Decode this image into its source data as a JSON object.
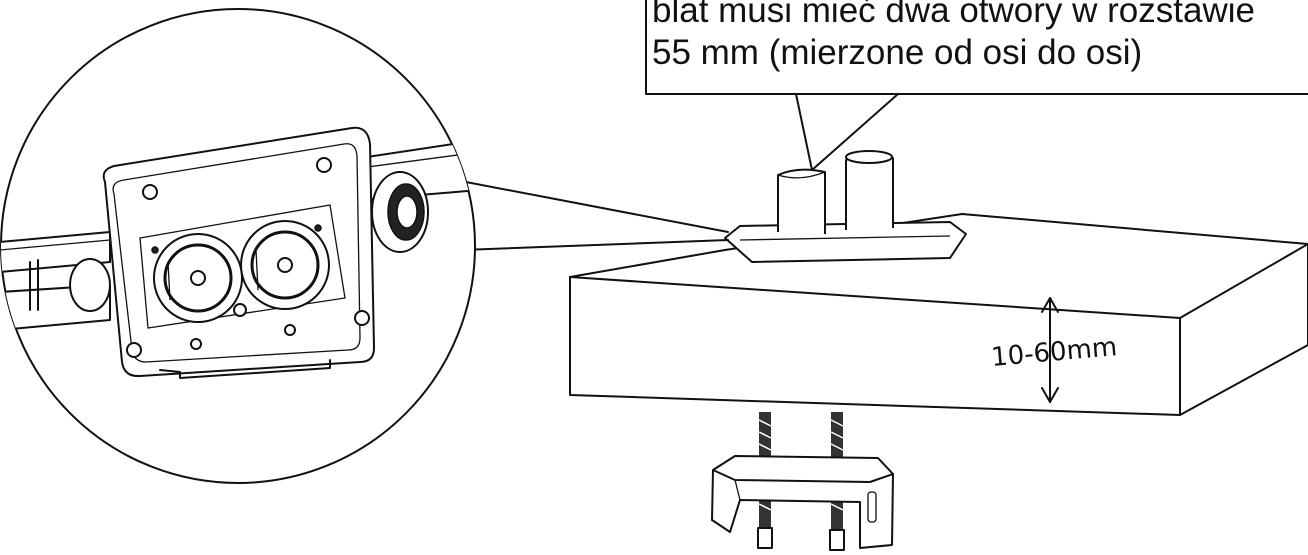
{
  "callout": {
    "line1": "blat musi mieć dwa otwory w rozstawie",
    "line2": "55 mm (mierzone od osi do osi)"
  },
  "dimension": {
    "label": "10-60mm"
  }
}
